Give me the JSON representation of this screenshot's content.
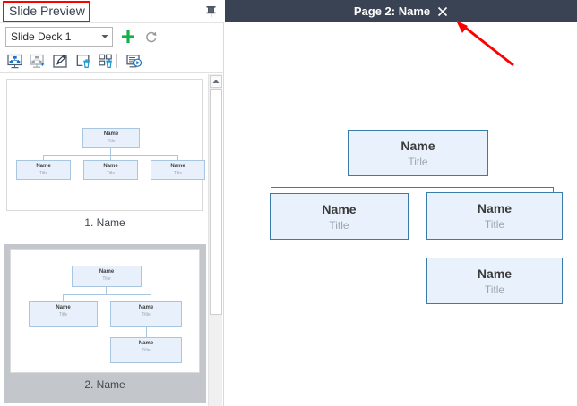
{
  "left_panel": {
    "title": "Slide Preview",
    "pin_icon": "pin-icon",
    "deck": {
      "selected": "Slide Deck 1",
      "caret_icon": "chevron-down-icon",
      "add_icon": "plus-icon",
      "refresh_icon": "refresh-icon"
    },
    "toolbar": [
      {
        "name": "create-slide-from-diagram-button",
        "icon": "slide-board-icon"
      },
      {
        "name": "add-slide-button",
        "icon": "slide-board-plus-icon"
      },
      {
        "name": "edit-slide-button",
        "icon": "pencil-edit-icon"
      },
      {
        "name": "delete-slide-button",
        "icon": "slide-delete-icon"
      },
      {
        "name": "delete-all-slides-button",
        "icon": "grid-delete-icon"
      },
      {
        "name": "play-slideshow-button",
        "icon": "presentation-play-icon"
      }
    ],
    "scrollbar": {
      "up_arrow_icon": "triangle-up-icon"
    },
    "thumbnails": [
      {
        "caption": "1. Name",
        "selected": false
      },
      {
        "caption": "2. Name",
        "selected": true
      }
    ]
  },
  "right_panel": {
    "header": {
      "title": "Page 2: Name",
      "close_icon": "close-icon"
    }
  },
  "chart_data": {
    "type": "diagram",
    "diagram_kind": "org-chart",
    "node_label_name": "Name",
    "node_label_title": "Title",
    "main_nodes": [
      {
        "id": "root",
        "name": "Name",
        "title": "Title",
        "level": 0,
        "parent": null
      },
      {
        "id": "left",
        "name": "Name",
        "title": "Title",
        "level": 1,
        "parent": "root"
      },
      {
        "id": "right",
        "name": "Name",
        "title": "Title",
        "level": 1,
        "parent": "root"
      },
      {
        "id": "leaf",
        "name": "Name",
        "title": "Title",
        "level": 2,
        "parent": "right"
      }
    ],
    "thumbnail_1_nodes": [
      {
        "id": "t1-root",
        "name": "Name",
        "title": "Title",
        "level": 0,
        "parent": null
      },
      {
        "id": "t1-a",
        "name": "Name",
        "title": "Title",
        "level": 1,
        "parent": "t1-root"
      },
      {
        "id": "t1-b",
        "name": "Name",
        "title": "Title",
        "level": 1,
        "parent": "t1-root"
      },
      {
        "id": "t1-c",
        "name": "Name",
        "title": "Title",
        "level": 1,
        "parent": "t1-root"
      }
    ],
    "thumbnail_2_nodes": [
      {
        "id": "t2-root",
        "name": "Name",
        "title": "Title",
        "level": 0,
        "parent": null
      },
      {
        "id": "t2-left",
        "name": "Name",
        "title": "Title",
        "level": 1,
        "parent": "t2-root"
      },
      {
        "id": "t2-right",
        "name": "Name",
        "title": "Title",
        "level": 1,
        "parent": "t2-root"
      },
      {
        "id": "t2-leaf",
        "name": "Name",
        "title": "Title",
        "level": 2,
        "parent": "t2-right"
      }
    ]
  },
  "colors": {
    "node_fill": "#e9f2fc",
    "node_border": "#3a7ca8",
    "header_bg": "#3a4353",
    "annotation_red": "#ff0000",
    "selection_gray": "#c3c7cc",
    "accent_green": "#1faa55"
  },
  "annotation": {
    "highlight_box": "Slide Preview",
    "arrow_points_to": "close-icon"
  }
}
